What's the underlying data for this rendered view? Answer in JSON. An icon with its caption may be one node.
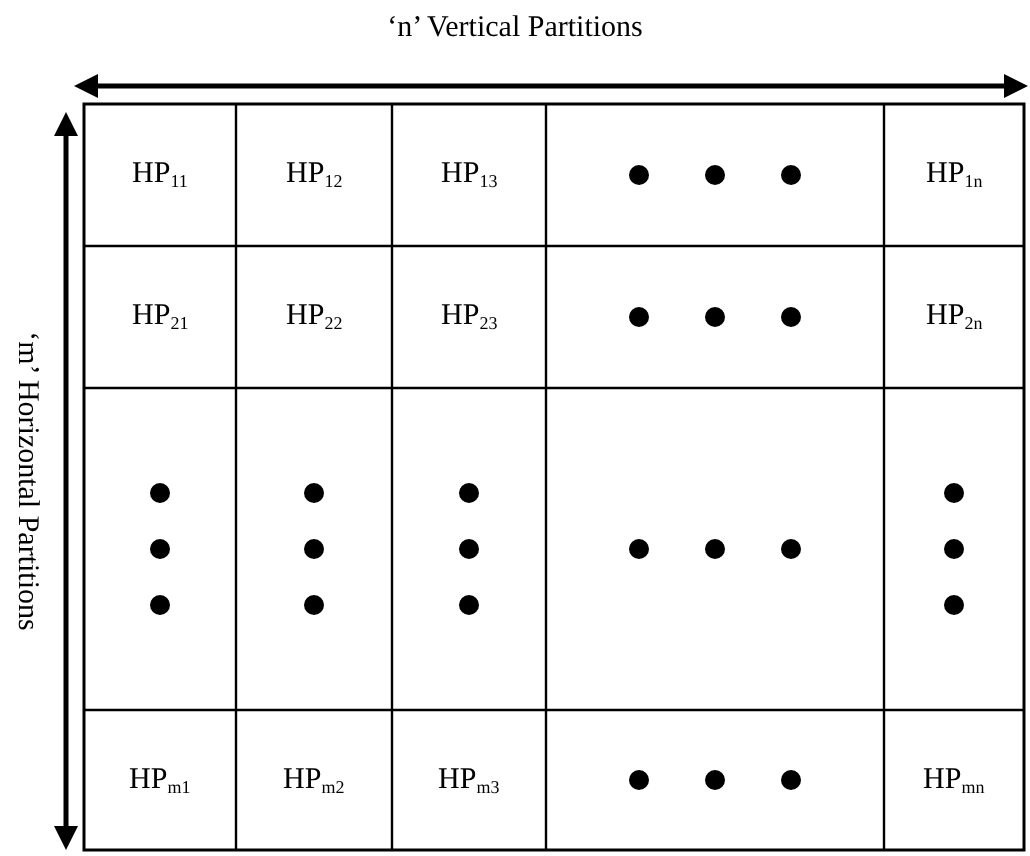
{
  "diagram": {
    "labels": [
      "‘n’ Vertical Partitions",
      "‘m’ Horizontal Partitions",
      "HP$_{11}$",
      "HP$_{12}$",
      "HP$_{13}$",
      "HP$_{1n}$",
      "HP$_{21}$",
      "HP$_{22}$",
      "HP$_{23}$",
      "HP$_{2n}$",
      "HP$_{m1}$",
      "HP$_{m2}$",
      "HP$_{m3}$",
      "HP$_{mn}$"
    ]
  }
}
